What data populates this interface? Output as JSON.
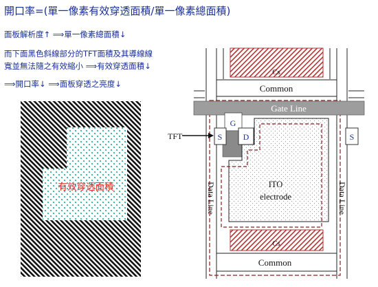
{
  "title": "開口率=(單一像素有效穿透面積/單一像素總面積)",
  "lines": [
    "面板解析度↑ ⟹單一像素總面積↓",
    "而下面黑色斜線部分的TFT面積及其導線線",
    "寬並無法隨之有效縮小 ⟹有效穿透面積↓",
    "⟹開口率↓ ⟹面板穿透之亮度↓"
  ],
  "left_diagram": {
    "label": "有效穿透面積",
    "label_color": "#e0302a",
    "dots_color": "#3fb7b3"
  },
  "right_diagram": {
    "cs_top": "Cs",
    "common_top": "Common",
    "gate_line": "Gate Line",
    "g": "G",
    "s_left": "S",
    "d": "D",
    "s_right": "S",
    "tft": "TFT",
    "ito": "ITO",
    "electrode": "electrode",
    "data_line_left": "Data Line",
    "data_line_right": "Data Line",
    "cs_bottom": "Cs",
    "common_bottom": "Common",
    "outline_color": "#8a1c1c",
    "hatch_color": "#b23232"
  }
}
